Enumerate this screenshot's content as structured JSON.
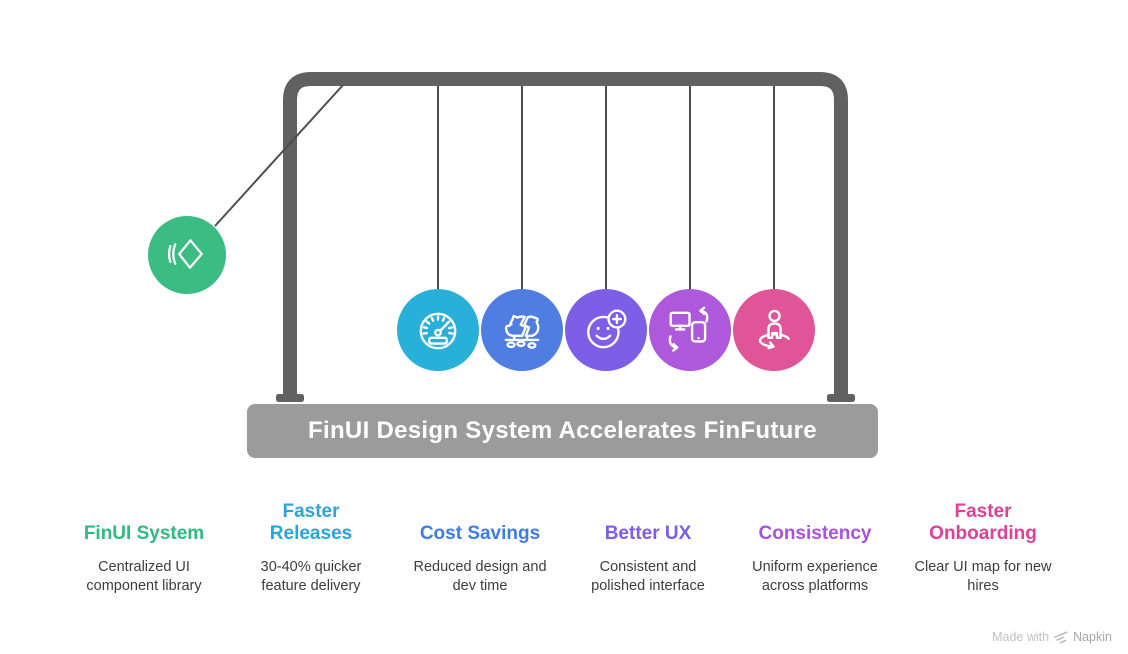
{
  "title_bar": {
    "label": "FinUI Design System Accelerates FinFuture"
  },
  "cradle": {
    "frame_color": "#616161",
    "string_color": "#4d4d4d",
    "base_color": "#9b9b9b",
    "balls": [
      {
        "id": "finui-system",
        "icon": "layers-icon",
        "color": "#3abc83"
      },
      {
        "id": "faster-releases",
        "icon": "speedometer-icon",
        "color": "#28b0d8"
      },
      {
        "id": "cost-savings",
        "icon": "piggy-bank-icon",
        "color": "#4f7de2"
      },
      {
        "id": "better-ux",
        "icon": "smiley-plus-icon",
        "color": "#7c5fe6"
      },
      {
        "id": "consistency",
        "icon": "devices-sync-icon",
        "color": "#ae58dc"
      },
      {
        "id": "faster-onboarding",
        "icon": "person-orbit-icon",
        "color": "#e05598"
      }
    ]
  },
  "columns": [
    {
      "title": "FinUI System",
      "color": "#2ebb7f",
      "desc": "Centralized UI\ncomponent library"
    },
    {
      "title": "Faster\nReleases",
      "color": "#29a4dd",
      "desc": "30-40% quicker\nfeature delivery"
    },
    {
      "title": "Cost Savings",
      "color": "#3d7bee",
      "desc": "Reduced design and\ndev time"
    },
    {
      "title": "Better UX",
      "color": "#7a5cf0",
      "desc": "Consistent and\npolished interface"
    },
    {
      "title": "Consistency",
      "color": "#a852e4",
      "desc": "Uniform experience\nacross platforms"
    },
    {
      "title": "Faster\nOnboarding",
      "color": "#e23e95",
      "desc": "Clear UI map for new\nhires"
    }
  ],
  "footer": {
    "made_with": "Made with",
    "brand": "Napkin"
  }
}
